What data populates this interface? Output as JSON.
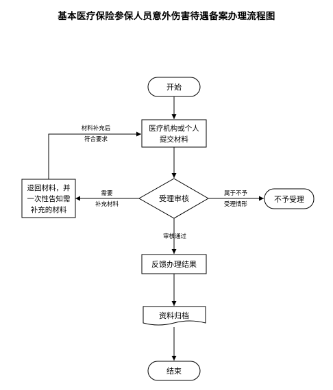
{
  "title": "基本医疗保险参保人员意外伤害待遇备案办理流程图",
  "nodes": {
    "start": "开始",
    "submit_line1": "医疗机构或个人",
    "submit_line2": "提交材料",
    "review": "受理审核",
    "return_line1": "退回材料，并",
    "return_line2": "一次性告知需",
    "return_line3": "补充的材料",
    "reject": "不予受理",
    "feedback": "反馈办理结果",
    "archive": "资料归档",
    "end": "结束"
  },
  "edge_labels": {
    "resubmit_line1": "材料补充后",
    "resubmit_line2": "符合要求",
    "need_line1": "需要",
    "need_line2": "补充材料",
    "reject_line1": "属于不予",
    "reject_line2": "受理情形",
    "approved": "审核通过"
  }
}
